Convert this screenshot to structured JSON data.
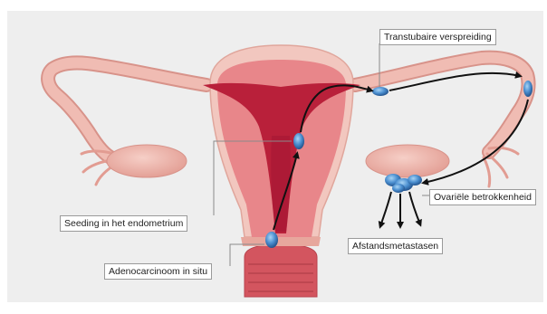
{
  "labels": {
    "transtubal": "Transtubaire verspreiding",
    "ovarian": "Ovariële betrokkenheid",
    "distant": "Afstandsmetastasen",
    "seeding": "Seeding in het endometrium",
    "insitu": "Adenocarcinoom in situ"
  },
  "colors": {
    "background": "#eeeeee",
    "uterus_outer": "#f2c7bf",
    "myometrium": "#e46f77",
    "endometrium": "#b9203a",
    "cervix": "#d3555f",
    "tube": "#f0bcb3",
    "tube_edge": "#d8938a",
    "tumor": "#4b8fd0",
    "arrow": "#111111",
    "leader": "#8a8a8a"
  }
}
